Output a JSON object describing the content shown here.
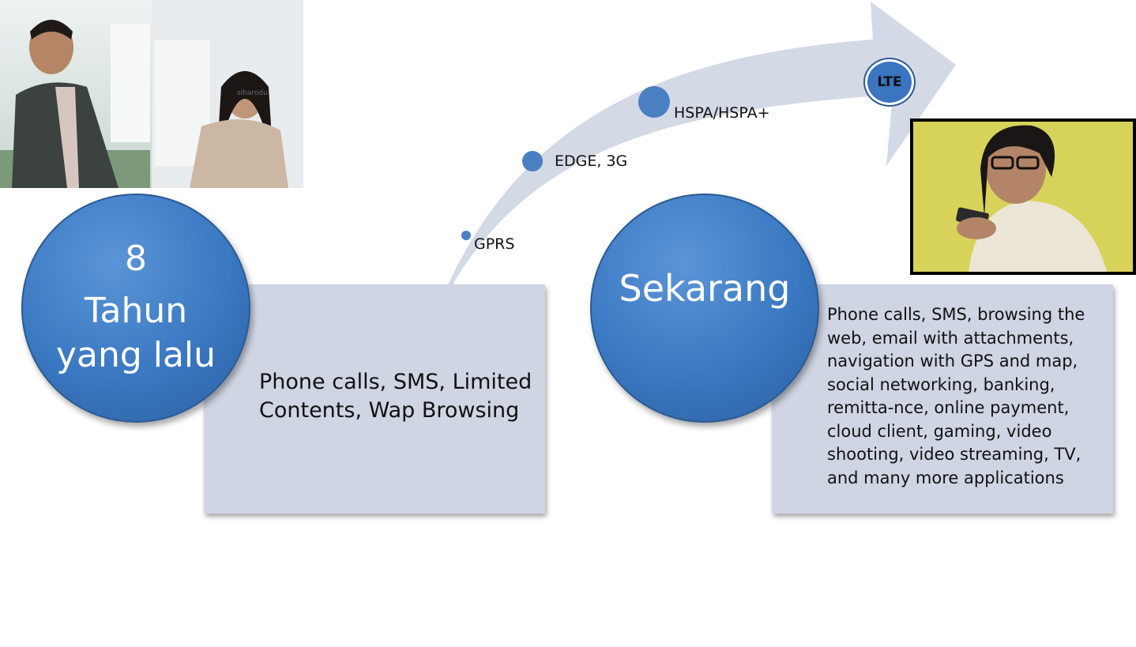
{
  "past": {
    "number": "8",
    "title_line1": "Tahun",
    "title_line2": "yang lalu",
    "description": "Phone calls, SMS, Limited Contents, Wap Browsing"
  },
  "present": {
    "title": "Sekarang",
    "description": "Phone calls, SMS, browsing the web, email with attachments, navigation with GPS and map, social networking, banking, remitta-nce, online payment, cloud client, gaming, video shooting, video streaming, TV, and many more applications"
  },
  "technologies": [
    {
      "label": "GPRS"
    },
    {
      "label": "EDGE, 3G"
    },
    {
      "label": "HSPA/HSPA+"
    },
    {
      "label": "LTE"
    }
  ],
  "photos": {
    "past_watermark": "siharodu"
  },
  "colors": {
    "circle_blue": "#3a78c2",
    "box_grey": "#cfd5e3",
    "arrow": "#d4d9e6",
    "dot_blue": "#4a7fc2"
  }
}
